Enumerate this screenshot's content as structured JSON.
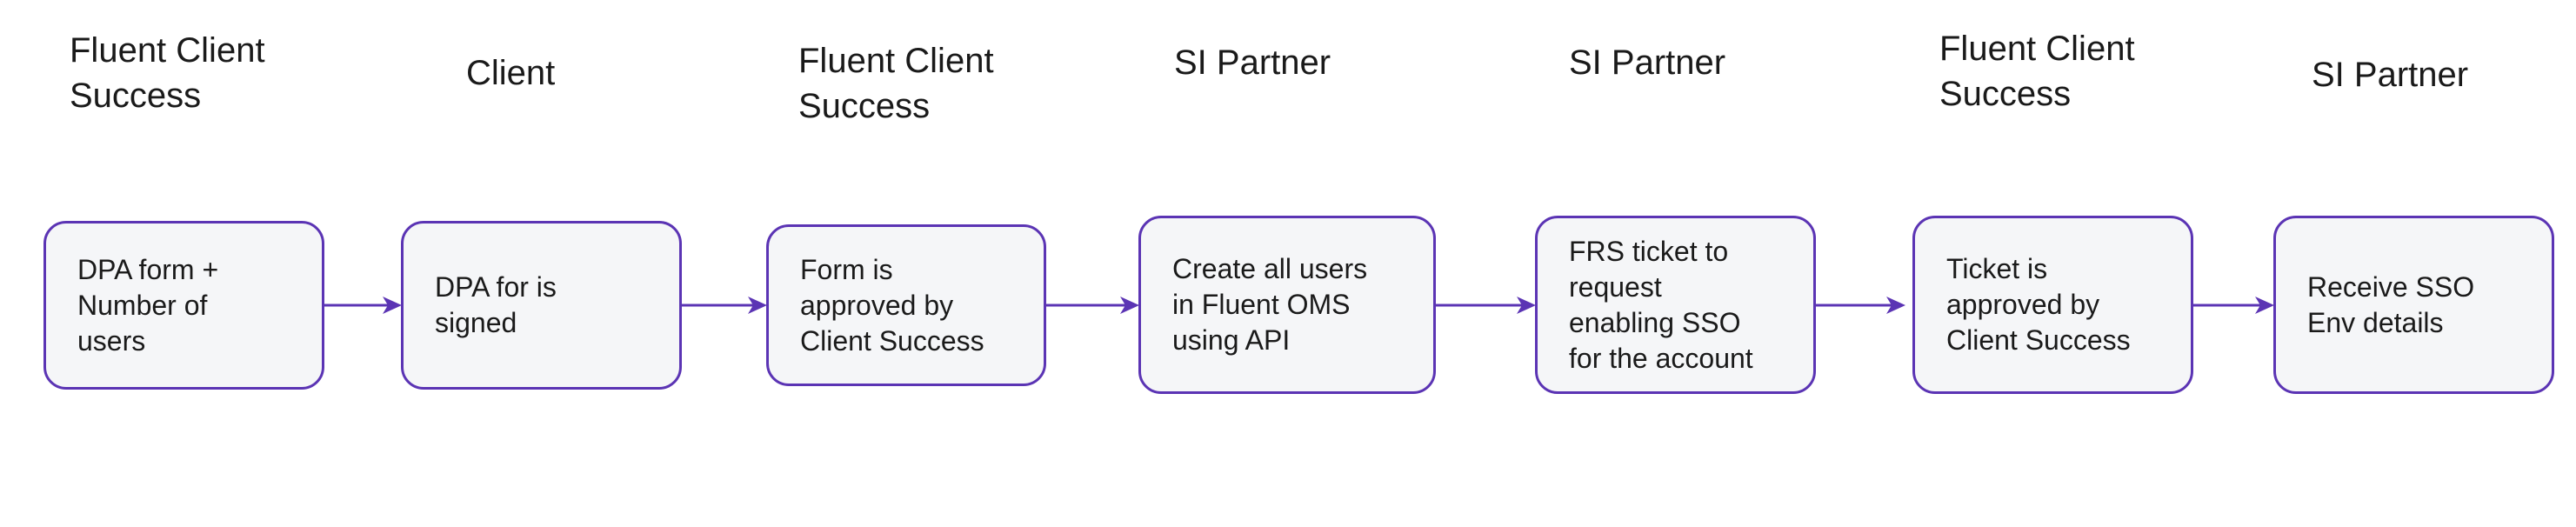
{
  "colors": {
    "box_border": "#5b34b4",
    "box_fill": "#f5f6f8",
    "arrow": "#5b34b4",
    "text": "#1a1a1a"
  },
  "steps": [
    {
      "owner": "Fluent Client\nSuccess",
      "text": "DPA form +\nNumber of\nusers"
    },
    {
      "owner": "Client",
      "text": "DPA for is\nsigned"
    },
    {
      "owner": "Fluent Client\nSuccess",
      "text": "Form is\napproved by\nClient Success"
    },
    {
      "owner": "SI Partner",
      "text": "Create all users\nin Fluent OMS\nusing API"
    },
    {
      "owner": "SI Partner",
      "text": "FRS ticket to\nrequest\nenabling SSO\nfor the account"
    },
    {
      "owner": "Fluent Client\nSuccess",
      "text": "Ticket is\napproved by\nClient Success"
    },
    {
      "owner": "SI Partner",
      "text": "Receive SSO\nEnv details"
    }
  ]
}
